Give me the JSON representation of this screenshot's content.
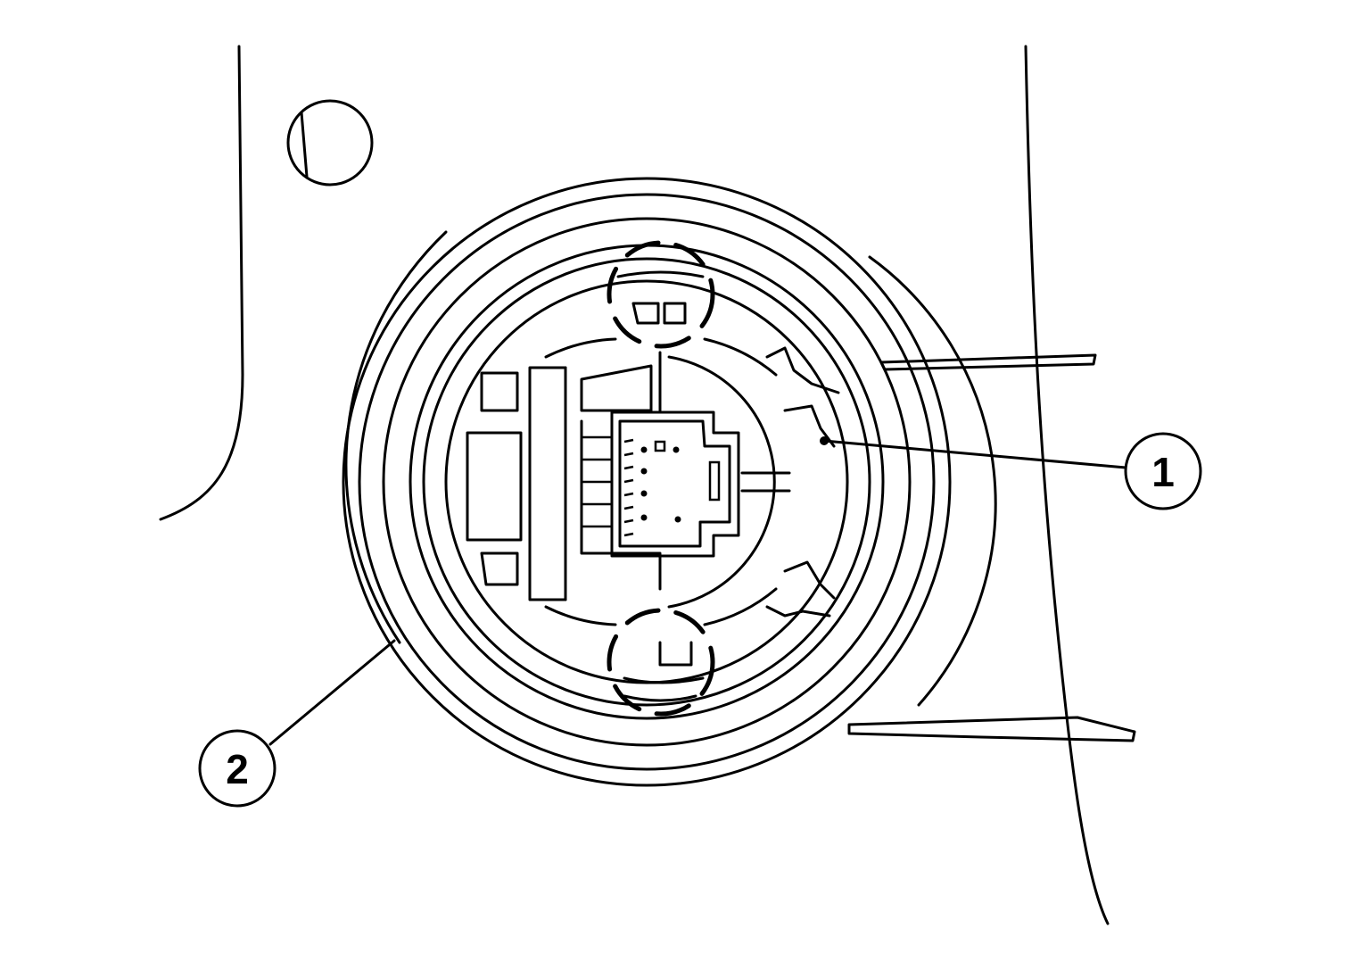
{
  "diagram": {
    "title": "",
    "description": "Line drawing of a round lamp/bulb socket connector assembly mounted in a panel, with two numbered callouts",
    "line_color": "#000000",
    "background": "#ffffff",
    "callouts": [
      {
        "id": "1",
        "label": "1",
        "points_to": "bulb socket connector"
      },
      {
        "id": "2",
        "label": "2",
        "points_to": "housing outer ring"
      }
    ]
  }
}
